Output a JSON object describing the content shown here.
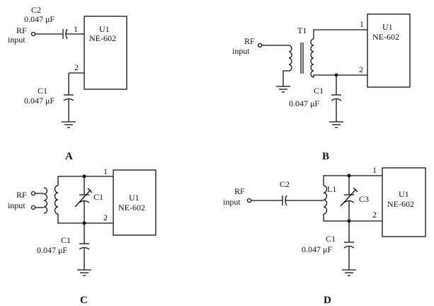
{
  "common": {
    "chip_ref": "U1",
    "chip_part": "NE-602",
    "rf_line1": "RF",
    "rf_line2": "input",
    "pin1": "1",
    "pin2": "2",
    "cap_value": "0.047 μF"
  },
  "circuit_a": {
    "label": "A",
    "c_series": "C2",
    "c_shunt": "C1"
  },
  "circuit_b": {
    "label": "B",
    "transformer": "T1",
    "c_shunt": "C1"
  },
  "circuit_c": {
    "label": "C",
    "c_tune": "C1",
    "c_shunt": "C1"
  },
  "circuit_d": {
    "label": "D",
    "c_series": "C2",
    "inductor": "L1",
    "c_tune": "C3",
    "c_shunt": "C1"
  }
}
